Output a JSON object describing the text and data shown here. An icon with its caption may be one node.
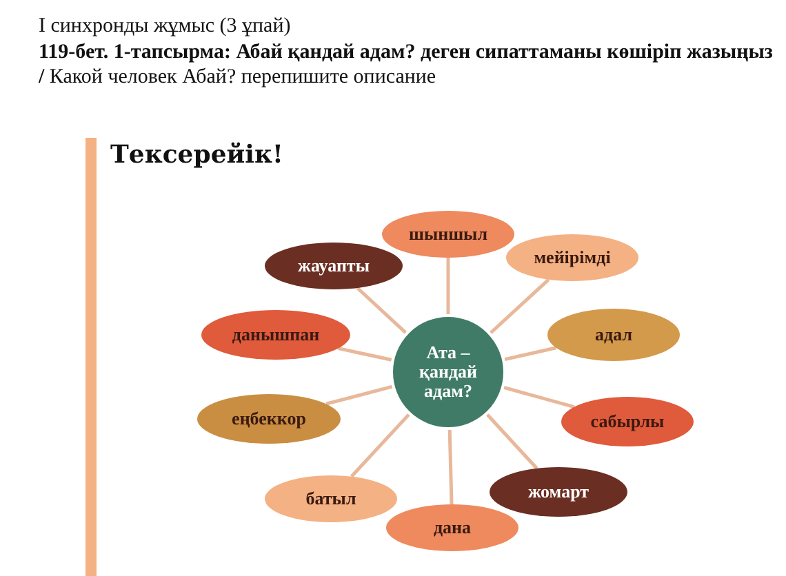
{
  "diagram": {
    "title": "І синхронды жұмыс (3 ұпай)",
    "nodes": [
      {
        "text": [
          "Ата – қандай адам?"
        ]
      },
      {
        "text": [
          "шыншыл"
        ]
      },
      {
        "text": [
          "мейірімді"
        ]
      },
      {
        "text": [
          "адал"
        ]
      },
      {
        "text": [
          "сабырлы"
        ]
      },
      {
        "text": [
          "жомарт"
        ]
      },
      {
        "text": [
          "дана"
        ]
      },
      {
        "text": [
          "батыл"
        ]
      },
      {
        "text": [
          "еңбеккор"
        ]
      },
      {
        "text": [
          "данышпан"
        ]
      },
      {
        "text": [
          "жауапты"
        ]
      }
    ],
    "edges": [
      {
        "from": 0,
        "to": 1,
        "arrow": "none"
      },
      {
        "from": 0,
        "to": 2,
        "arrow": "none"
      },
      {
        "from": 0,
        "to": 3,
        "arrow": "none"
      },
      {
        "from": 0,
        "to": 4,
        "arrow": "none"
      },
      {
        "from": 0,
        "to": 5,
        "arrow": "none"
      },
      {
        "from": 0,
        "to": 6,
        "arrow": "none"
      },
      {
        "from": 0,
        "to": 7,
        "arrow": "none"
      },
      {
        "from": 0,
        "to": 8,
        "arrow": "none"
      },
      {
        "from": 0,
        "to": 9,
        "arrow": "none"
      },
      {
        "from": 0,
        "to": 10,
        "arrow": "none"
      }
    ],
    "labels": [
      "**119-бет.  1-тапсырма:  Абай қандай адам? деген сипаттаманы көшіріп жазыңыз /** Какой человек Абай? перепишите описание",
      "Тексерейік!"
    ]
  }
}
